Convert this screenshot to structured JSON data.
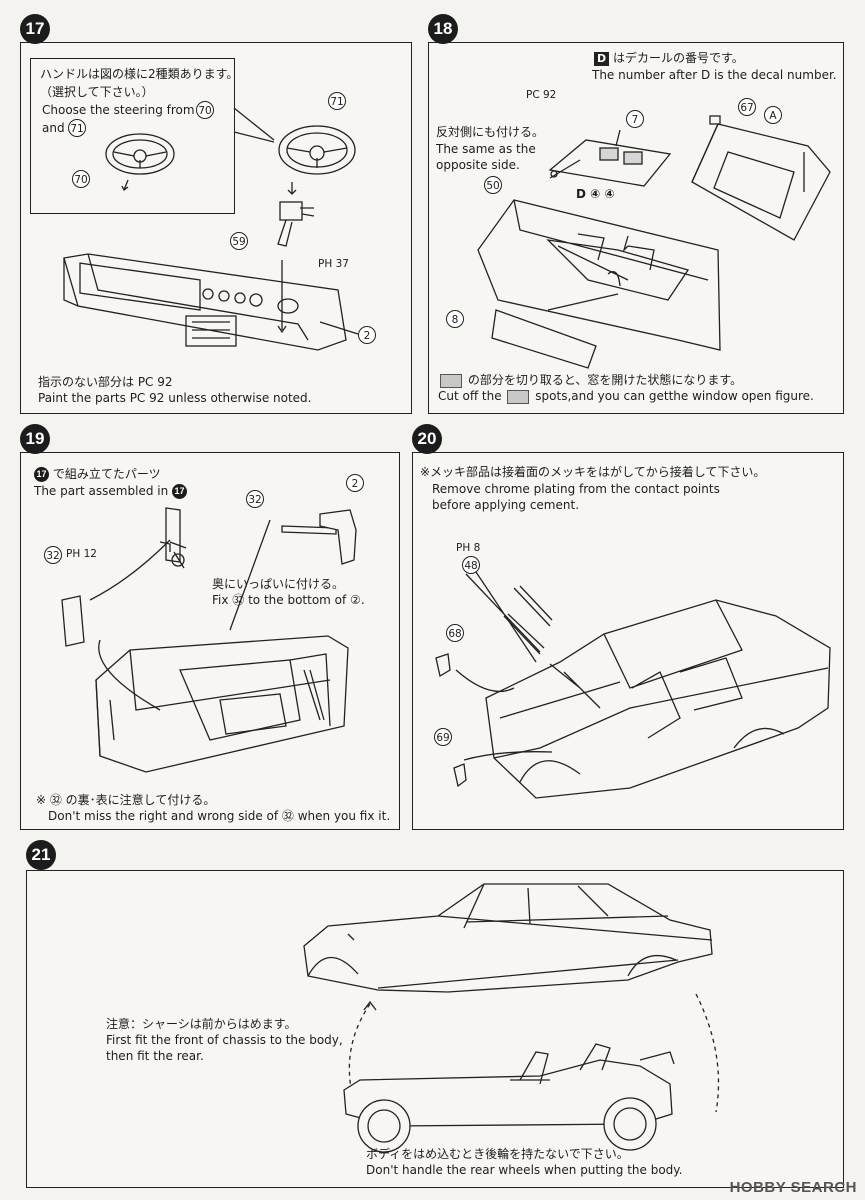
{
  "steps": {
    "s17": {
      "number": "17",
      "note_jp_1": "ハンドルは図の様に2種類あります。",
      "note_jp_2": "（選択して下さい。）",
      "note_en_1": "Choose the steering from",
      "note_en_2": "and",
      "part_70": "70",
      "part_71": "71",
      "part_59": "59",
      "part_2": "2",
      "paint_code": "PH 37",
      "footer_jp": "指示のない部分は PC 92",
      "footer_en": "Paint the parts PC 92 unless otherwise noted."
    },
    "s18": {
      "number": "18",
      "decal_jp": "はデカールの番号です。",
      "decal_en": "The number after D is the decal number.",
      "decal_letter": "D",
      "opposite_jp": "反対側にも付ける。",
      "opposite_en_1": "The same as the",
      "opposite_en_2": "opposite side.",
      "paint_code": "PC 92",
      "part_7": "7",
      "part_67": "67",
      "part_A": "A",
      "part_50": "50",
      "part_8": "8",
      "decal_ref": "D ④ ④",
      "footer_jp": "の部分を切り取ると、窓を開けた状態になります。",
      "footer_en_a": "Cut off the",
      "footer_en_b": "spots,and you can getthe window open figure."
    },
    "s19": {
      "number": "19",
      "note_jp": "で組み立てたパーツ",
      "note_en": "The part assembled in",
      "ref": "17",
      "part_32": "32",
      "part_2": "2",
      "paint_code": "PH 12",
      "fix_jp": "奥にいっぱいに付ける。",
      "fix_en": "Fix ㉜ to the bottom of ②.",
      "footer_jp": "※ ㉜ の裏･表に注意して付ける。",
      "footer_en": "Don't miss the right and wrong side of ㉜ when you fix it."
    },
    "s20": {
      "number": "20",
      "note_jp": "※メッキ部品は接着面のメッキをはがしてから接着して下さい。",
      "note_en_1": "Remove chrome plating from the contact points",
      "note_en_2": "before applying cement.",
      "paint_code": "PH 8",
      "part_48": "48",
      "part_68": "68",
      "part_69": "69"
    },
    "s21": {
      "number": "21",
      "caution_jp": "注意：シャーシは前からはめます。",
      "caution_en_1": "First fit the front of chassis to the body,",
      "caution_en_2": "then fit the rear.",
      "bottom_jp": "ボディをはめ込むとき後輪を持たないで下さい。",
      "bottom_en": "Don't handle the rear wheels when putting the body."
    }
  },
  "watermark": "HOBBY SEARCH"
}
